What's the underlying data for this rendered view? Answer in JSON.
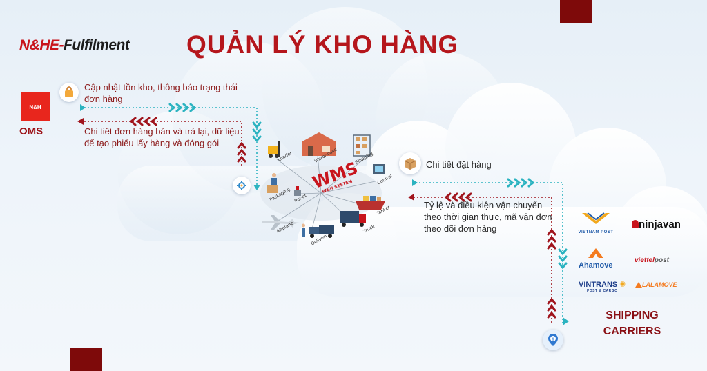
{
  "brand": {
    "name": "N&H",
    "dash": "E-",
    "rest": "Fulfilment"
  },
  "title": "QUẢN LÝ KHO HÀNG",
  "oms": {
    "logo_text": "N&H",
    "label": "OMS"
  },
  "oms_flows": {
    "outbound": "Cập nhật tồn kho, thông báo trạng thái đơn hàng",
    "inbound": "Chi tiết đơn hàng bán và trả lại, dữ liệu để tạo phiếu lấy hàng và đóng gói"
  },
  "carrier_flows": {
    "outbound": "Chi tiết đặt hàng",
    "inbound": "Tỷ lệ và điều kiện vận chuyển theo thời gian thực, mã vận đơn theo dõi đơn hàng"
  },
  "wms": {
    "logo": "WMS",
    "sub": "W&H SYSTEM",
    "nodes": [
      "Loader",
      "Warehouse",
      "Shipping",
      "Control",
      "Packaging",
      "Robot",
      "Tanker",
      "Airplane",
      "Truck",
      "Delivery"
    ]
  },
  "carriers": {
    "title_line1": "SHIPPING",
    "title_line2": "CARRIERS",
    "vnpost": "VIETNAM POST",
    "ninjavan_a": "ninja",
    "ninjavan_b": "van",
    "ahamove": "Ahamove",
    "viettel_a": "viettel",
    "viettel_b": "post",
    "vintrans": "VINTRANS",
    "vintrans_sub": "POST & CARGO",
    "lalamove": "LALAMOVE"
  },
  "colors": {
    "brand_red": "#c8141c",
    "dark_red": "#7e0a0a",
    "teal": "#2bb3c0",
    "crimson": "#a0141c"
  }
}
